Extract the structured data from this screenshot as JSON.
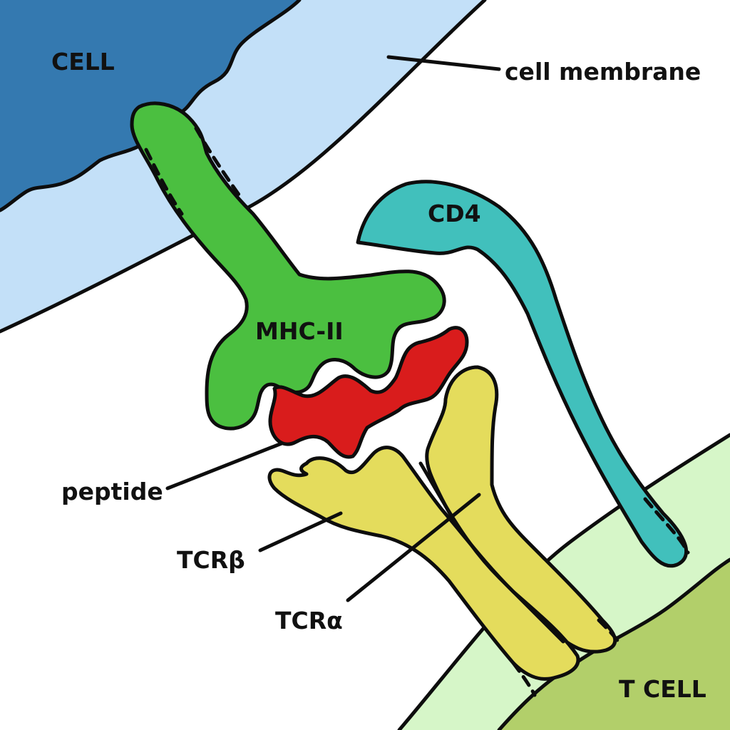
{
  "diagram": {
    "labels": {
      "cell": "CELL",
      "cell_membrane": "cell membrane",
      "cd4": "CD4",
      "mhc_ii": "MHC-II",
      "peptide": "peptide",
      "tcr_beta": "TCRβ",
      "tcr_alpha": "TCRα",
      "t_cell": "T CELL"
    },
    "colors": {
      "cell_interior": "#3479b0",
      "cell_membrane": "#c3e0f8",
      "mhc_ii": "#4bbf40",
      "peptide": "#d91c1c",
      "cd4": "#41c0bc",
      "tcr": "#e4dc5c",
      "t_cell_membrane": "#d6f6c8",
      "t_cell_interior": "#b2cf6a",
      "background": "#ffffff"
    }
  }
}
